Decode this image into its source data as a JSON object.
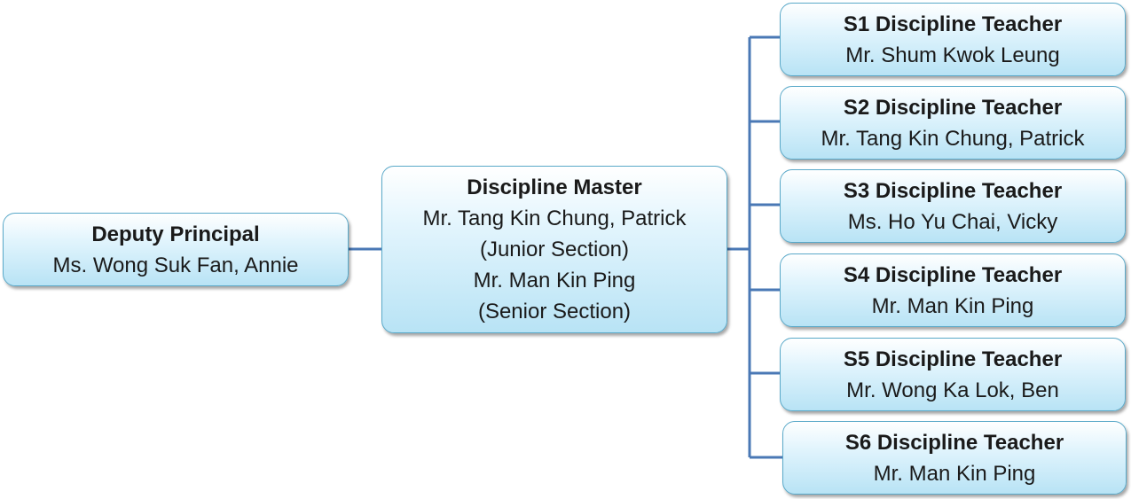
{
  "deputy": {
    "title": "Deputy Principal",
    "name": "Ms. Wong Suk Fan, Annie"
  },
  "master": {
    "title": "Discipline Master",
    "lines": [
      "Mr. Tang Kin Chung, Patrick",
      "(Junior Section)",
      "Mr. Man Kin Ping",
      "(Senior Section)"
    ]
  },
  "teachers": [
    {
      "title": "S1 Discipline Teacher",
      "name": "Mr. Shum Kwok Leung"
    },
    {
      "title": "S2 Discipline Teacher",
      "name": "Mr. Tang Kin Chung, Patrick"
    },
    {
      "title": "S3 Discipline Teacher",
      "name": "Ms. Ho Yu Chai, Vicky"
    },
    {
      "title": "S4 Discipline Teacher",
      "name": "Mr. Man Kin Ping"
    },
    {
      "title": "S5 Discipline Teacher",
      "name": "Mr. Wong Ka Lok, Ben"
    },
    {
      "title": "S6 Discipline Teacher",
      "name": "Mr. Man Kin Ping"
    }
  ],
  "colors": {
    "connector": "#4a78b5",
    "box_border": "#5aa9c9",
    "box_fill_bottom": "#b8e3f5"
  }
}
